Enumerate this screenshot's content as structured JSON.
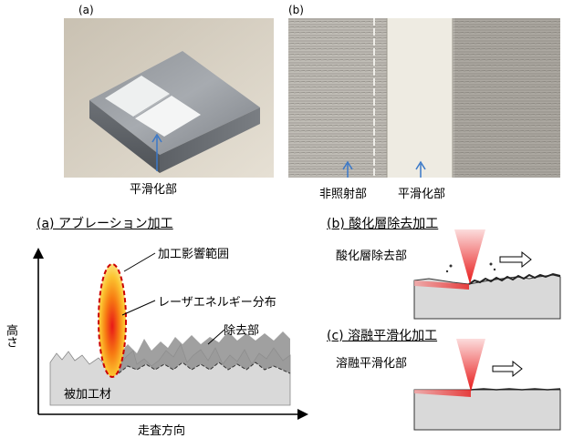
{
  "photos": {
    "a": {
      "letter": "(a)",
      "label": "平滑化部"
    },
    "b": {
      "letter": "(b)",
      "label_left": "非照射部",
      "label_right": "平滑化部"
    }
  },
  "ablation": {
    "title": "(a) アブレーション加工",
    "plume_label": "加工影響範囲",
    "energy_label": "レーザエネルギー分布",
    "removed_label": "除去部",
    "workpiece_label": "被加工材",
    "y_axis_label": "高さ",
    "x_axis_label": "走査方向"
  },
  "oxide": {
    "title": "(b) 酸化層除去加工",
    "label": "酸化層除去部"
  },
  "melt": {
    "title": "(c) 溶融平滑化加工",
    "label": "溶融平滑化部"
  },
  "colors": {
    "laser_red": "#e81818",
    "surface_gray": "#d9d9d9",
    "arrow_blue": "#3a78c8"
  }
}
